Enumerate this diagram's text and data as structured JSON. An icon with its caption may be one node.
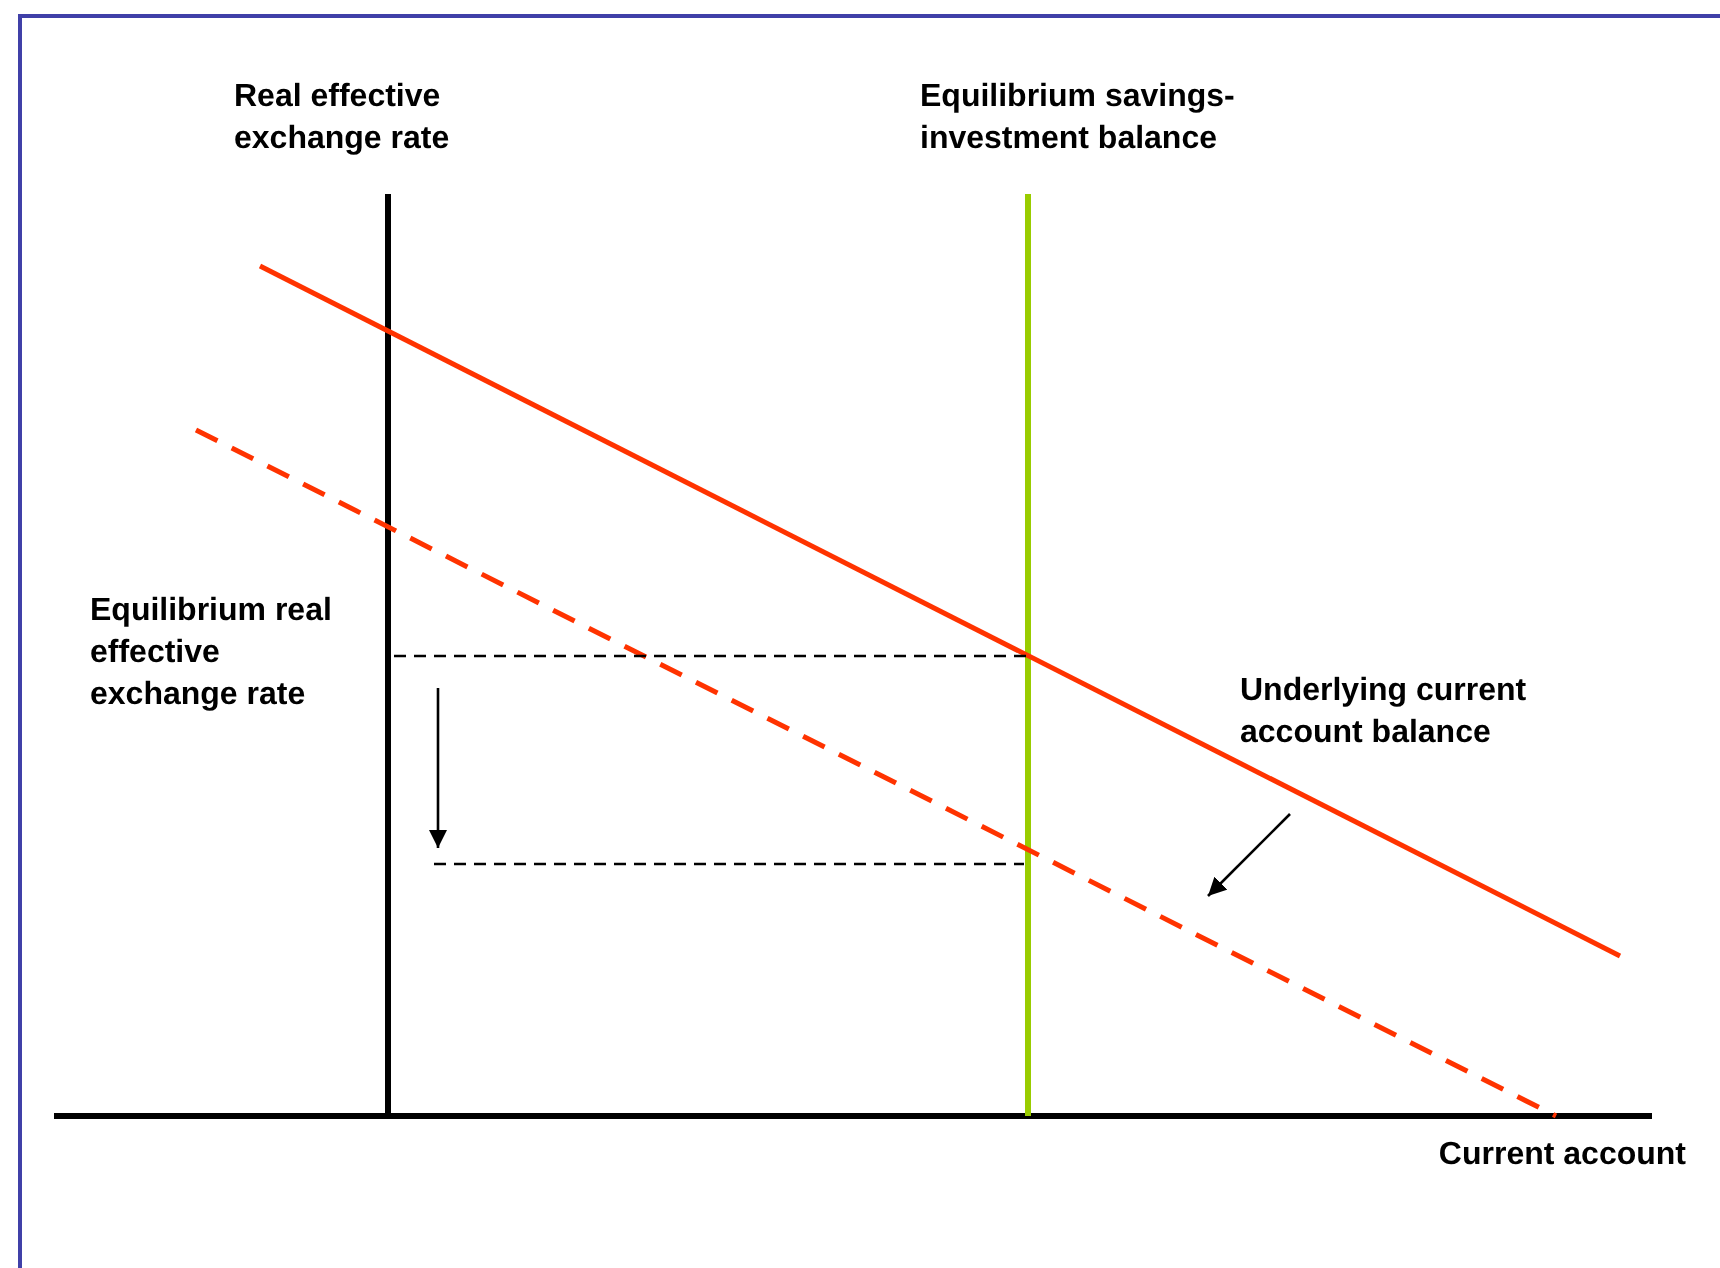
{
  "diagram": {
    "labels": [
      "Real effective exchange rate",
      "Equilibrium savings- investment balance",
      "Equilibrium real effective exchange rate",
      "Underlying current account balance",
      "Current account"
    ]
  }
}
